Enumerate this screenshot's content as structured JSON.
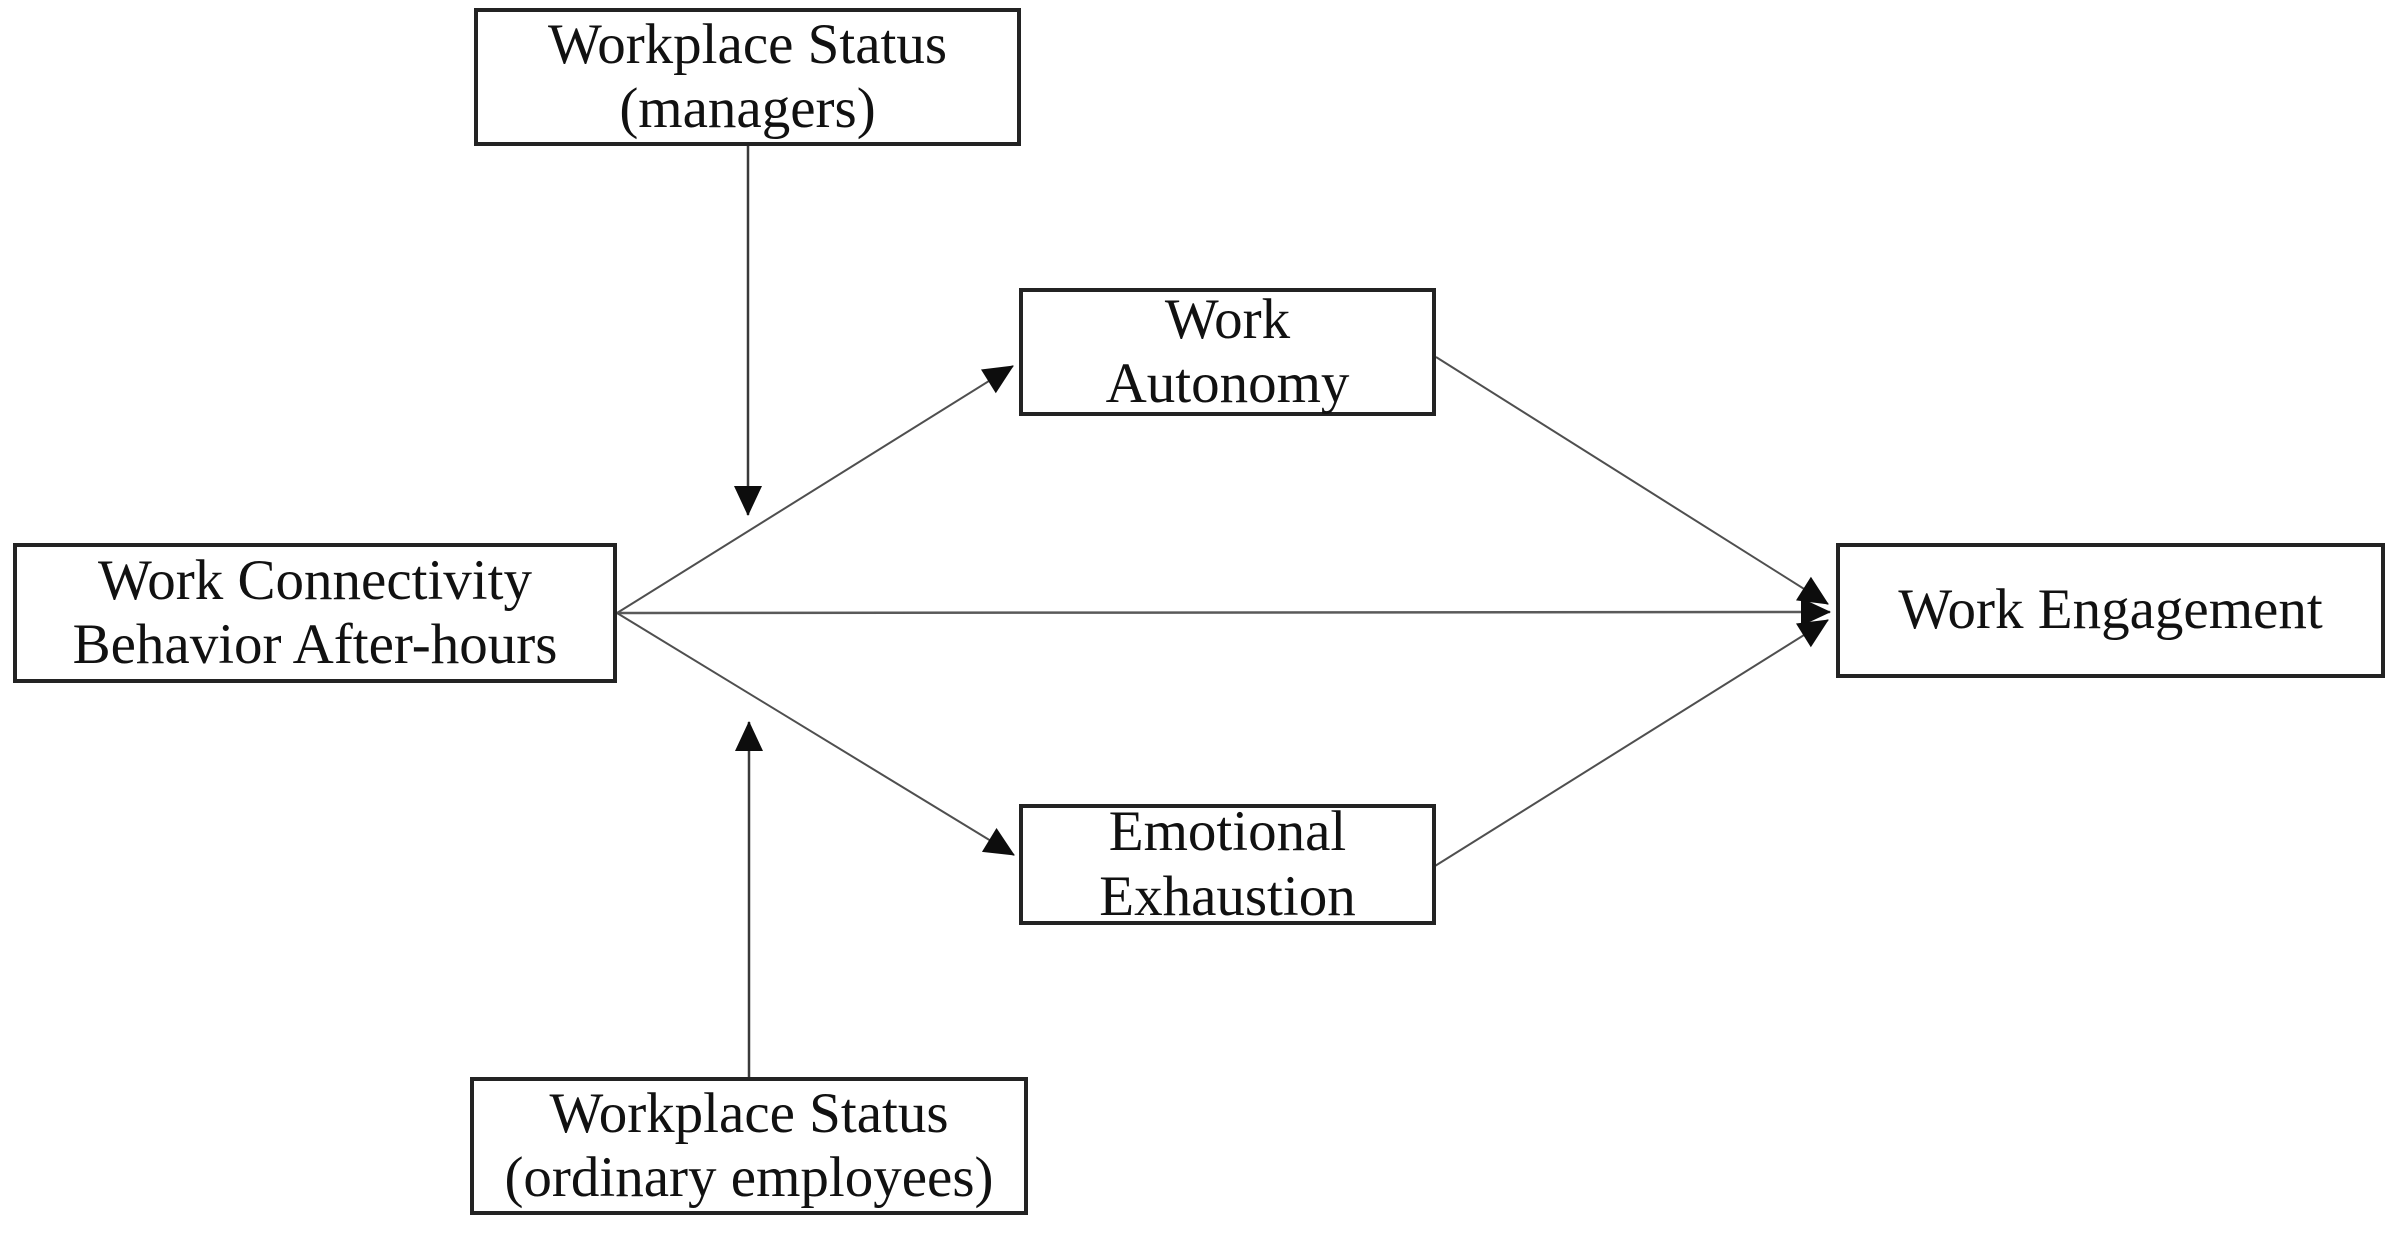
{
  "figure": {
    "type": "moderated-mediation-model-diagram",
    "background_color": "#ffffff",
    "box_border_color": "#232323",
    "line_color": "#4f4f4f",
    "arrowhead_color": "#0d0d0d",
    "text_color": "#111111"
  },
  "nodes": {
    "workplace_status_managers": {
      "line1": "Workplace Status",
      "line2": "(managers)"
    },
    "work_connectivity": {
      "line1": "Work Connectivity",
      "line2": "Behavior After-hours"
    },
    "work_autonomy": {
      "line1": "Work",
      "line2": "Autonomy"
    },
    "emotional_exhaustion": {
      "line1": "Emotional",
      "line2": "Exhaustion"
    },
    "work_engagement": {
      "line1": "Work Engagement"
    },
    "workplace_status_ordinary": {
      "line1": "Workplace Status",
      "line2": "(ordinary employees)"
    }
  },
  "edges": [
    {
      "from": "Work Connectivity Behavior After-hours",
      "to": "Work Autonomy",
      "type": "direct-arrow"
    },
    {
      "from": "Work Connectivity Behavior After-hours",
      "to": "Work Engagement",
      "type": "direct-arrow"
    },
    {
      "from": "Work Connectivity Behavior After-hours",
      "to": "Emotional Exhaustion",
      "type": "direct-arrow"
    },
    {
      "from": "Work Autonomy",
      "to": "Work Engagement",
      "type": "direct-arrow"
    },
    {
      "from": "Emotional Exhaustion",
      "to": "Work Engagement",
      "type": "direct-arrow"
    },
    {
      "from": "Workplace Status (managers)",
      "to": "path Work Connectivity Behavior After-hours to Work Autonomy",
      "type": "moderation-arrow"
    },
    {
      "from": "Workplace Status (ordinary employees)",
      "to": "path Work Connectivity Behavior After-hours to Emotional Exhaustion",
      "type": "moderation-arrow"
    }
  ]
}
